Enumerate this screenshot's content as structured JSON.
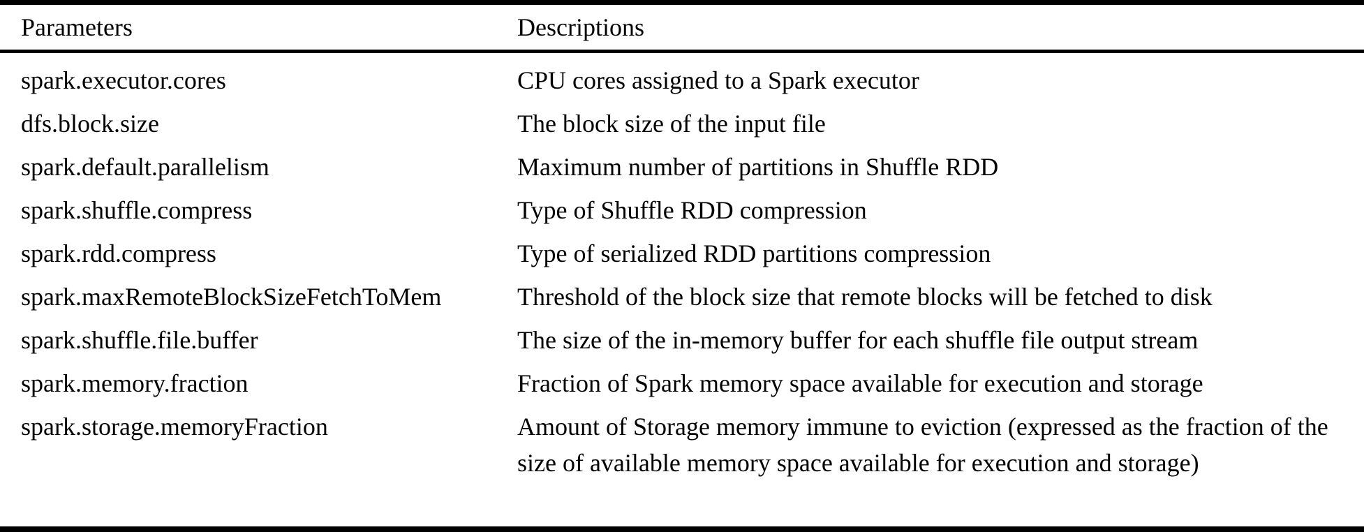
{
  "page": {
    "background": "#ffffff",
    "text_color": "#000000",
    "rule_color": "#000000"
  },
  "table": {
    "headers": {
      "param": "Parameters",
      "desc": "Descriptions"
    },
    "rows": [
      {
        "param": "spark.executor.cores",
        "desc": "CPU cores assigned to a Spark executor"
      },
      {
        "param": "dfs.block.size",
        "desc": "The block size of the input file"
      },
      {
        "param": "spark.default.parallelism",
        "desc": "Maximum number of partitions in Shuffle RDD"
      },
      {
        "param": "spark.shuffle.compress",
        "desc": "Type of Shuffle RDD compression"
      },
      {
        "param": "spark.rdd.compress",
        "desc": "Type of serialized RDD partitions compression"
      },
      {
        "param": "spark.maxRemoteBlockSizeFetchToMem",
        "desc": "Threshold of the block size that remote blocks will be fetched to disk"
      },
      {
        "param": "spark.shuffle.file.buffer",
        "desc": "The size of the in-memory buffer for each shuffle file output stream"
      },
      {
        "param": "spark.memory.fraction",
        "desc": "Fraction of Spark memory space available for execution and storage"
      },
      {
        "param": "spark.storage.memoryFraction",
        "desc": "Amount of Storage memory immune to eviction (expressed as the fraction of the size of available memory space available for execution and storage)"
      }
    ]
  },
  "chart_data": {
    "type": "table",
    "columns": [
      "Parameters",
      "Descriptions"
    ],
    "rows": [
      [
        "spark.executor.cores",
        "CPU cores assigned to a Spark executor"
      ],
      [
        "dfs.block.size",
        "The block size of the input file"
      ],
      [
        "spark.default.parallelism",
        "Maximum number of partitions in Shuffle RDD"
      ],
      [
        "spark.shuffle.compress",
        "Type of Shuffle RDD compression"
      ],
      [
        "spark.rdd.compress",
        "Type of serialized RDD partitions compression"
      ],
      [
        "spark.maxRemoteBlockSizeFetchToMem",
        "Threshold of the block size that remote blocks will be fetched to disk"
      ],
      [
        "spark.shuffle.file.buffer",
        "The size of the in-memory buffer for each shuffle file output stream"
      ],
      [
        "spark.memory.fraction",
        "Fraction of Spark memory space available for execution and storage"
      ],
      [
        "spark.storage.memoryFraction",
        "Amount of Storage memory immune to eviction (expressed as the fraction of the size of available memory space available for execution and storage)"
      ]
    ]
  }
}
